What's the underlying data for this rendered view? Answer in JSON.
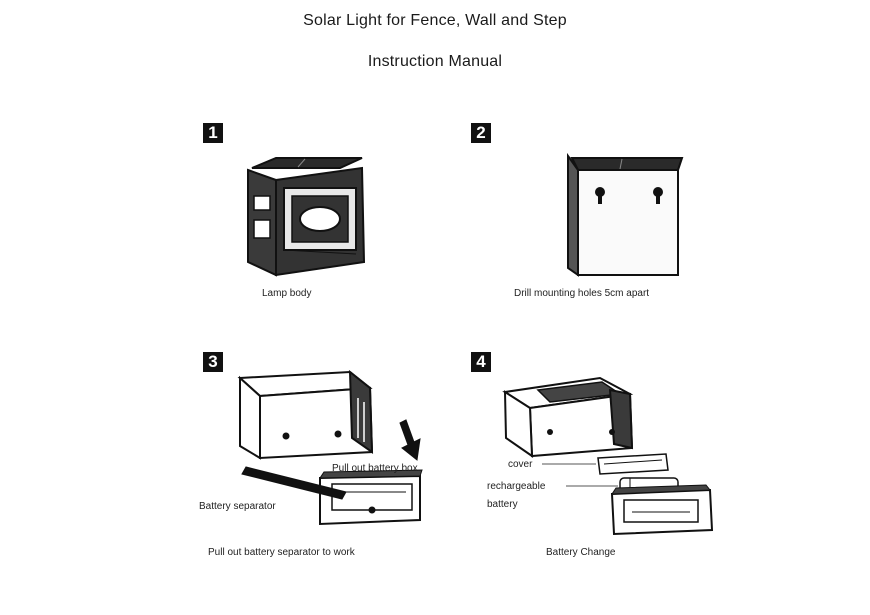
{
  "manual": {
    "title": "Solar Light for Fence, Wall and Step",
    "subtitle": "Instruction Manual"
  },
  "steps": [
    {
      "number": "1",
      "caption": "Lamp body"
    },
    {
      "number": "2",
      "caption": "Drill mounting holes 5cm apart"
    },
    {
      "number": "3",
      "caption": "Pull out battery separator to work",
      "labels": {
        "box": "Pull out battery box",
        "separator": "Battery separator"
      }
    },
    {
      "number": "4",
      "caption": "Battery Change",
      "labels": {
        "cover": "cover",
        "battery_line1": "rechargeable",
        "battery_line2": "battery"
      }
    }
  ]
}
